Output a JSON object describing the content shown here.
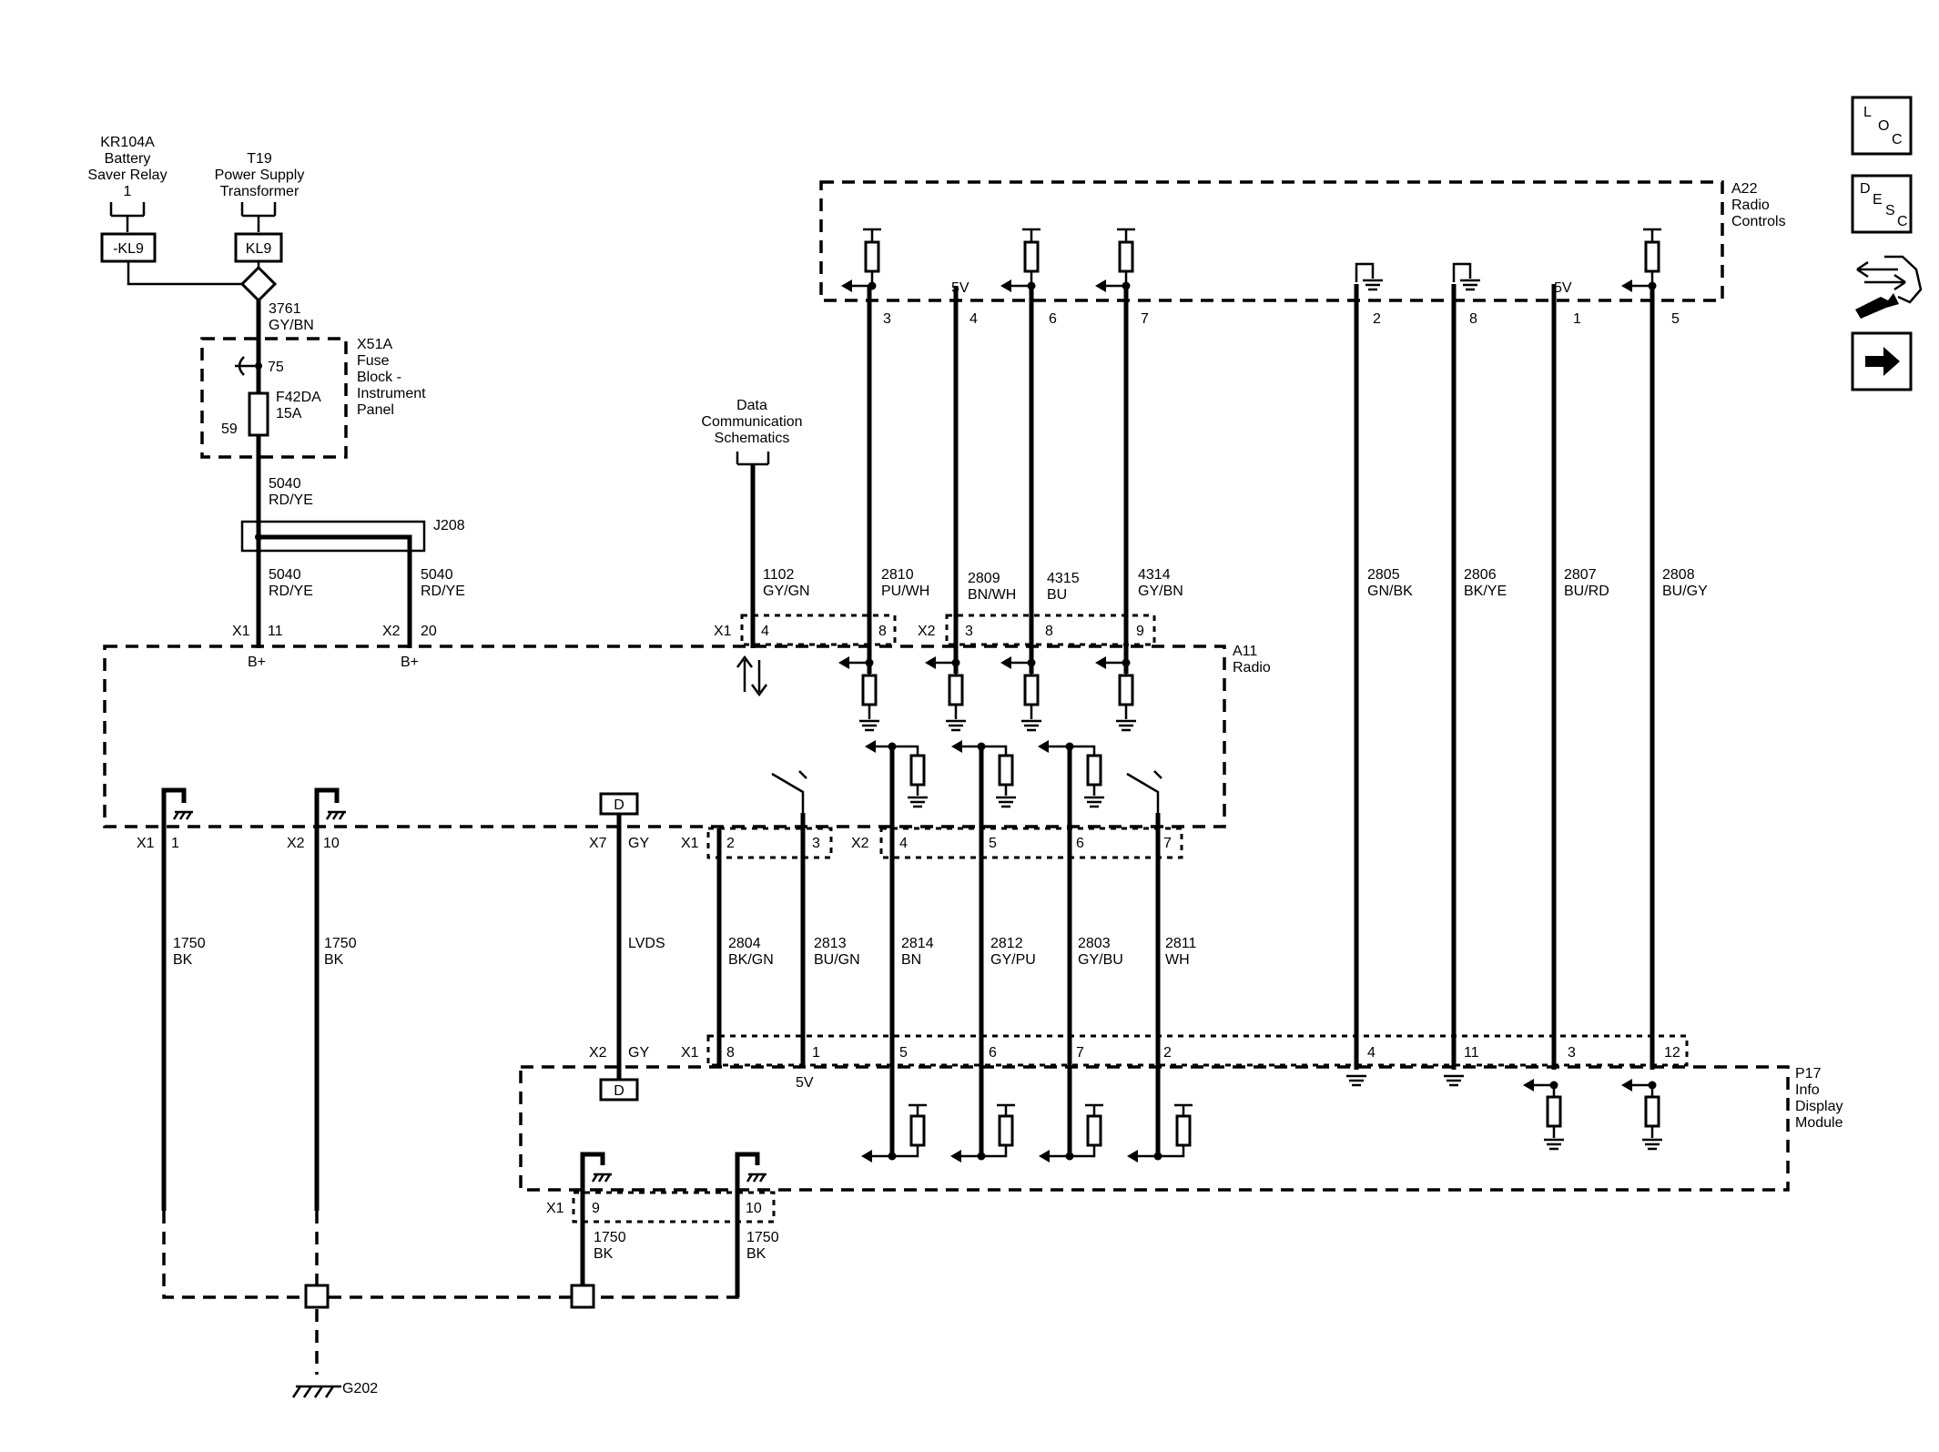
{
  "relay": {
    "l1": "KR104A",
    "l2": "Battery",
    "l3": "Saver Relay",
    "pin": "1",
    "terminal": "-KL9"
  },
  "transformer": {
    "l1": "T19",
    "l2": "Power Supply",
    "l3": "Transformer",
    "terminal": "KL9"
  },
  "wire_3761": {
    "num": "3761",
    "color": "GY/BN"
  },
  "fuse_block": {
    "l1": "X51A",
    "l2": "Fuse",
    "l3": "Block -",
    "l4": "Instrument",
    "l5": "Panel",
    "pin_in": "75",
    "pin_out": "59",
    "fuse": "F42DA",
    "rating": "15A"
  },
  "wire_5040a": {
    "num": "5040",
    "color": "RD/YE"
  },
  "splice": {
    "label": "J208"
  },
  "wire_5040b": {
    "num": "5040",
    "color": "RD/YE"
  },
  "wire_5040c": {
    "num": "5040",
    "color": "RD/YE"
  },
  "data_comm": {
    "l1": "Data",
    "l2": "Communication",
    "l3": "Schematics"
  },
  "wire_1102": {
    "num": "1102",
    "color": "GY/GN"
  },
  "a22": {
    "l1": "A22",
    "l2": "Radio",
    "l3": "Controls",
    "v1": "5V",
    "v2": "5V",
    "pins": [
      "3",
      "4",
      "6",
      "7",
      "2",
      "8",
      "1",
      "5"
    ]
  },
  "upper_wires": [
    {
      "num": "2810",
      "color": "PU/WH"
    },
    {
      "num": "2809",
      "color": "BN/WH"
    },
    {
      "num": "4315",
      "color": "BU"
    },
    {
      "num": "4314",
      "color": "GY/BN"
    },
    {
      "num": "2805",
      "color": "GN/BK"
    },
    {
      "num": "2806",
      "color": "BK/YE"
    },
    {
      "num": "2807",
      "color": "BU/RD"
    },
    {
      "num": "2808",
      "color": "BU/GY"
    }
  ],
  "radio_top": {
    "x1": "X1",
    "x2": "X2",
    "pin_x1_11": "11",
    "pin_x2_20": "20",
    "bplus": "B+",
    "c_x1": "X1",
    "c_x1_p4": "4",
    "c_x1_p8": "8",
    "c_x2": "X2",
    "c_x2_p3": "3",
    "c_x2_p8": "8",
    "c_x2_p9": "9"
  },
  "radio": {
    "l1": "A11",
    "l2": "Radio"
  },
  "radio_bottom": {
    "x1": "X1",
    "p1": "1",
    "x2": "X2",
    "p10": "10",
    "x7": "X7",
    "gy": "GY",
    "dlabel": "D",
    "c_x1": "X1",
    "c_x1_p2": "2",
    "c_x1_p3": "3",
    "c_x2": "X2",
    "c_x2_p4": "4",
    "c_x2_p5": "5",
    "c_x2_p6": "6",
    "c_x2_p7": "7"
  },
  "lower_wires": [
    {
      "num": "1750",
      "color": "BK"
    },
    {
      "num": "1750",
      "color": "BK"
    },
    {
      "num": "LVDS",
      "color": ""
    },
    {
      "num": "2804",
      "color": "BK/GN"
    },
    {
      "num": "2813",
      "color": "BU/GN"
    },
    {
      "num": "2814",
      "color": "BN"
    },
    {
      "num": "2812",
      "color": "GY/PU"
    },
    {
      "num": "2803",
      "color": "GY/BU"
    },
    {
      "num": "2811",
      "color": "WH"
    }
  ],
  "display_top": {
    "x2": "X2",
    "gy": "GY",
    "dlabel": "D",
    "x1": "X1",
    "v": "5V",
    "pins": [
      "8",
      "1",
      "5",
      "6",
      "7",
      "2",
      "4",
      "11",
      "3",
      "12"
    ]
  },
  "display": {
    "l1": "P17",
    "l2": "Info",
    "l3": "Display",
    "l4": "Module"
  },
  "display_bottom": {
    "x1": "X1",
    "p9": "9",
    "p10": "10"
  },
  "wire_1750c": {
    "num": "1750",
    "color": "BK"
  },
  "wire_1750d": {
    "num": "1750",
    "color": "BK"
  },
  "ground": {
    "label": "G202"
  },
  "nav": {
    "loc": [
      "L",
      "O",
      "C"
    ],
    "desc": [
      "D",
      "E",
      "S",
      "C"
    ]
  }
}
